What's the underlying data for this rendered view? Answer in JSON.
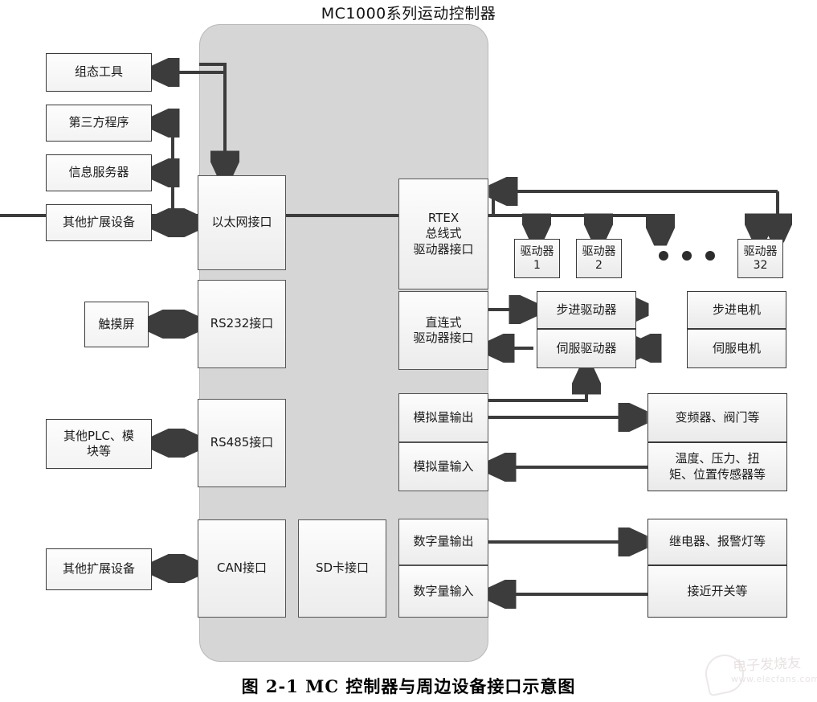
{
  "diagram": {
    "title": "MC1000系列运动控制器",
    "caption": "图 2-1   MC 控制器与周边设备接口示意图",
    "watermark_text": "电子发烧友",
    "watermark_url": "www.elecfans.com",
    "accent_line_color": "#3c3c3c",
    "chassis_color": "#d6d6d6",
    "box_border_color": "#3a3a3a"
  },
  "left_peripherals": [
    {
      "label": "组态工具"
    },
    {
      "label": "第三方程序"
    },
    {
      "label": "信息服务器"
    },
    {
      "label": "其他扩展设备"
    },
    {
      "label": "触摸屏"
    },
    {
      "label": "其他PLC、模\n块等"
    },
    {
      "label": "其他扩展设备"
    }
  ],
  "interfaces": [
    {
      "label": "以太网接口"
    },
    {
      "label": "RS232接口"
    },
    {
      "label": "RS485接口"
    },
    {
      "label": "CAN接口"
    },
    {
      "label": "SD卡接口"
    }
  ],
  "driver_interfaces": [
    {
      "label": "RTEX\n总线式\n驱动器接口"
    },
    {
      "label": "直连式\n驱动器接口"
    }
  ],
  "io_interfaces": [
    {
      "label": "模拟量输出"
    },
    {
      "label": "模拟量输入"
    },
    {
      "label": "数字量输出"
    },
    {
      "label": "数字量输入"
    }
  ],
  "rtex_drivers": [
    {
      "label": "驱动器\n1"
    },
    {
      "label": "驱动器\n2"
    },
    {
      "label": "驱动器\n32"
    }
  ],
  "direct_drivers": [
    {
      "label": "步进驱动器"
    },
    {
      "label": "伺服驱动器"
    }
  ],
  "motors": [
    {
      "label": "步进电机"
    },
    {
      "label": "伺服电机"
    }
  ],
  "io_devices": [
    {
      "label": "变频器、阀门等"
    },
    {
      "label": "温度、压力、扭\n矩、位置传感器等"
    },
    {
      "label": "继电器、报警灯等"
    },
    {
      "label": "接近开关等"
    }
  ]
}
